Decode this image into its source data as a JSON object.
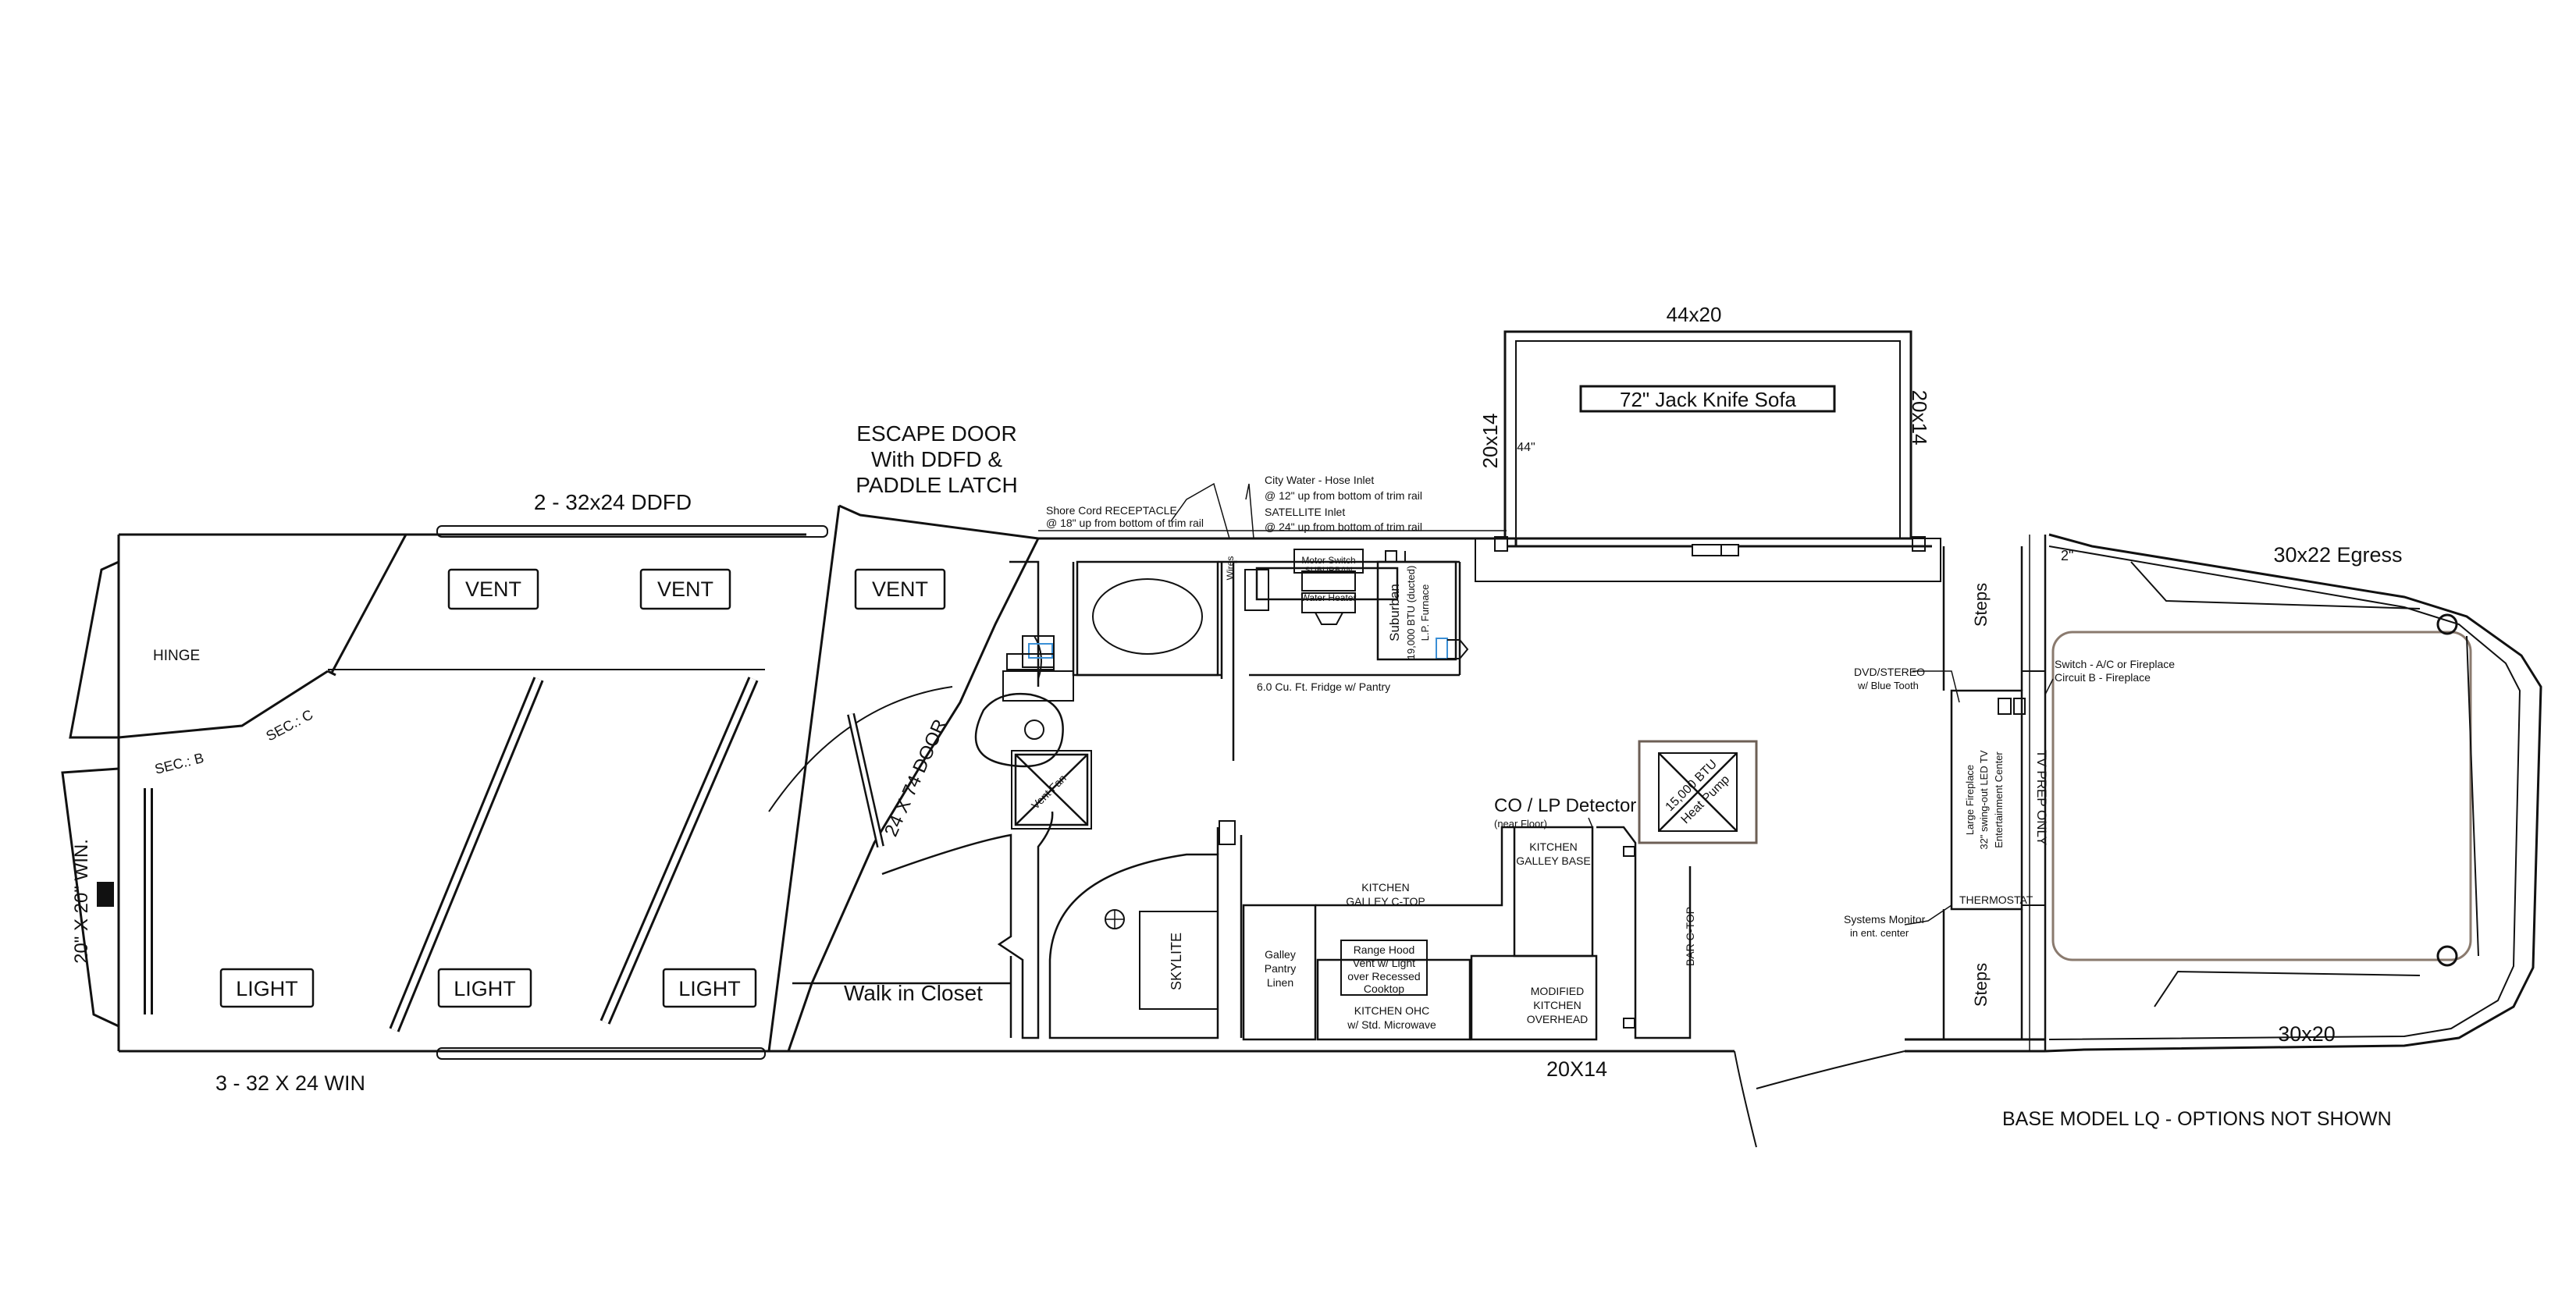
{
  "labels": {
    "dim_top": "44x20",
    "sofa": "72\" Jack Knife Sofa",
    "dim_slide_left": "20x14",
    "dim_slide_right": "20x14",
    "dim_44": "44\"",
    "escape_door_1": "ESCAPE DOOR",
    "escape_door_2": "With DDFD &",
    "escape_door_3": "PADDLE LATCH",
    "ddfd": "2 - 32x24 DDFD",
    "vent1": "VENT",
    "vent2": "VENT",
    "vent3": "VENT",
    "hinge": "HINGE",
    "sec_b": "SEC.: B",
    "sec_c": "SEC.: C",
    "win_20": "20\" X 20\" WIN.",
    "light1": "LIGHT",
    "light2": "LIGHT",
    "light3": "LIGHT",
    "win_bottom": "3 - 32 X 24 WIN",
    "door_74": "24 X 74 DOOR",
    "walk_closet": "Walk in Closet",
    "vent_fan": "Vent Fan",
    "skylite": "SKYLITE",
    "shore_1": "Shore Cord RECEPTACLE",
    "shore_2": "@ 18\" up from bottom  of trim rail",
    "city_1": "City Water - Hose Inlet",
    "city_2": "@ 12\" up from bottom  of trim rail",
    "sat_1": "SATELLITE Inlet",
    "sat_2": "@ 24\" up from bottom  of trim rail",
    "wires": "Wires",
    "motor_switch": "Motor Switch",
    "suburban_small": "SUBURBAN",
    "water_heater": "Water Heater",
    "furnace_1": "Suburban",
    "furnace_2": "19,000 BTU (ducted)",
    "furnace_3": "L.P. Furnace",
    "fridge": "6.0 Cu. Ft. Fridge w/ Pantry",
    "kitchen_ctop_1": "KITCHEN",
    "kitchen_ctop_2": "GALLEY C-TOP",
    "co_lp": "CO / LP Detector",
    "near_floor": "(near Floor)",
    "kgb_1": "KITCHEN",
    "kgb_2": "GALLEY BASE",
    "heatpump_1": "15,000 BTU",
    "heatpump_2": "Heat Pump",
    "galley_1": "Galley",
    "galley_2": "Pantry",
    "galley_3": "Linen",
    "hood_1": "Range Hood",
    "hood_2": "Vent w/ Light",
    "hood_3": "over Recessed",
    "hood_4": "Cooktop",
    "ohc_1": "KITCHEN OHC",
    "ohc_2": "w/ Std. Microwave",
    "mod_1": "MODIFIED",
    "mod_2": "KITCHEN",
    "mod_3": "OVERHEAD",
    "bar_ctop": "BAR C-TOP",
    "dim_bottom_slide": "20X14",
    "steps_top": "Steps",
    "steps_bottom": "Steps",
    "dim_2": "2\"",
    "dvd_1": "DVD/STEREO",
    "dvd_2": "w/ Blue Tooth",
    "switch_1": "Switch - A/C or Fireplace",
    "switch_2": "Circuit B - Fireplace",
    "ent_1": "Large Fireplace",
    "ent_2": "32\" swing-out LED TV",
    "ent_3": "Entertainment Center",
    "tv_prep": "TV PREP ONLY",
    "thermostat": "THERMOSTAT",
    "sys_1": "Systems Monitor",
    "sys_2": "in ent. center",
    "egress": "30x22 Egress",
    "dim_30x20": "30x20",
    "base_model": "BASE MODEL LQ - OPTIONS NOT SHOWN"
  },
  "colors": {
    "line": "#111111",
    "bed_outline": "#8a7a6e",
    "heatpump_box": "#6d5f55",
    "water_blue": "#3a8fd6",
    "accent_red": "#cc2222"
  }
}
